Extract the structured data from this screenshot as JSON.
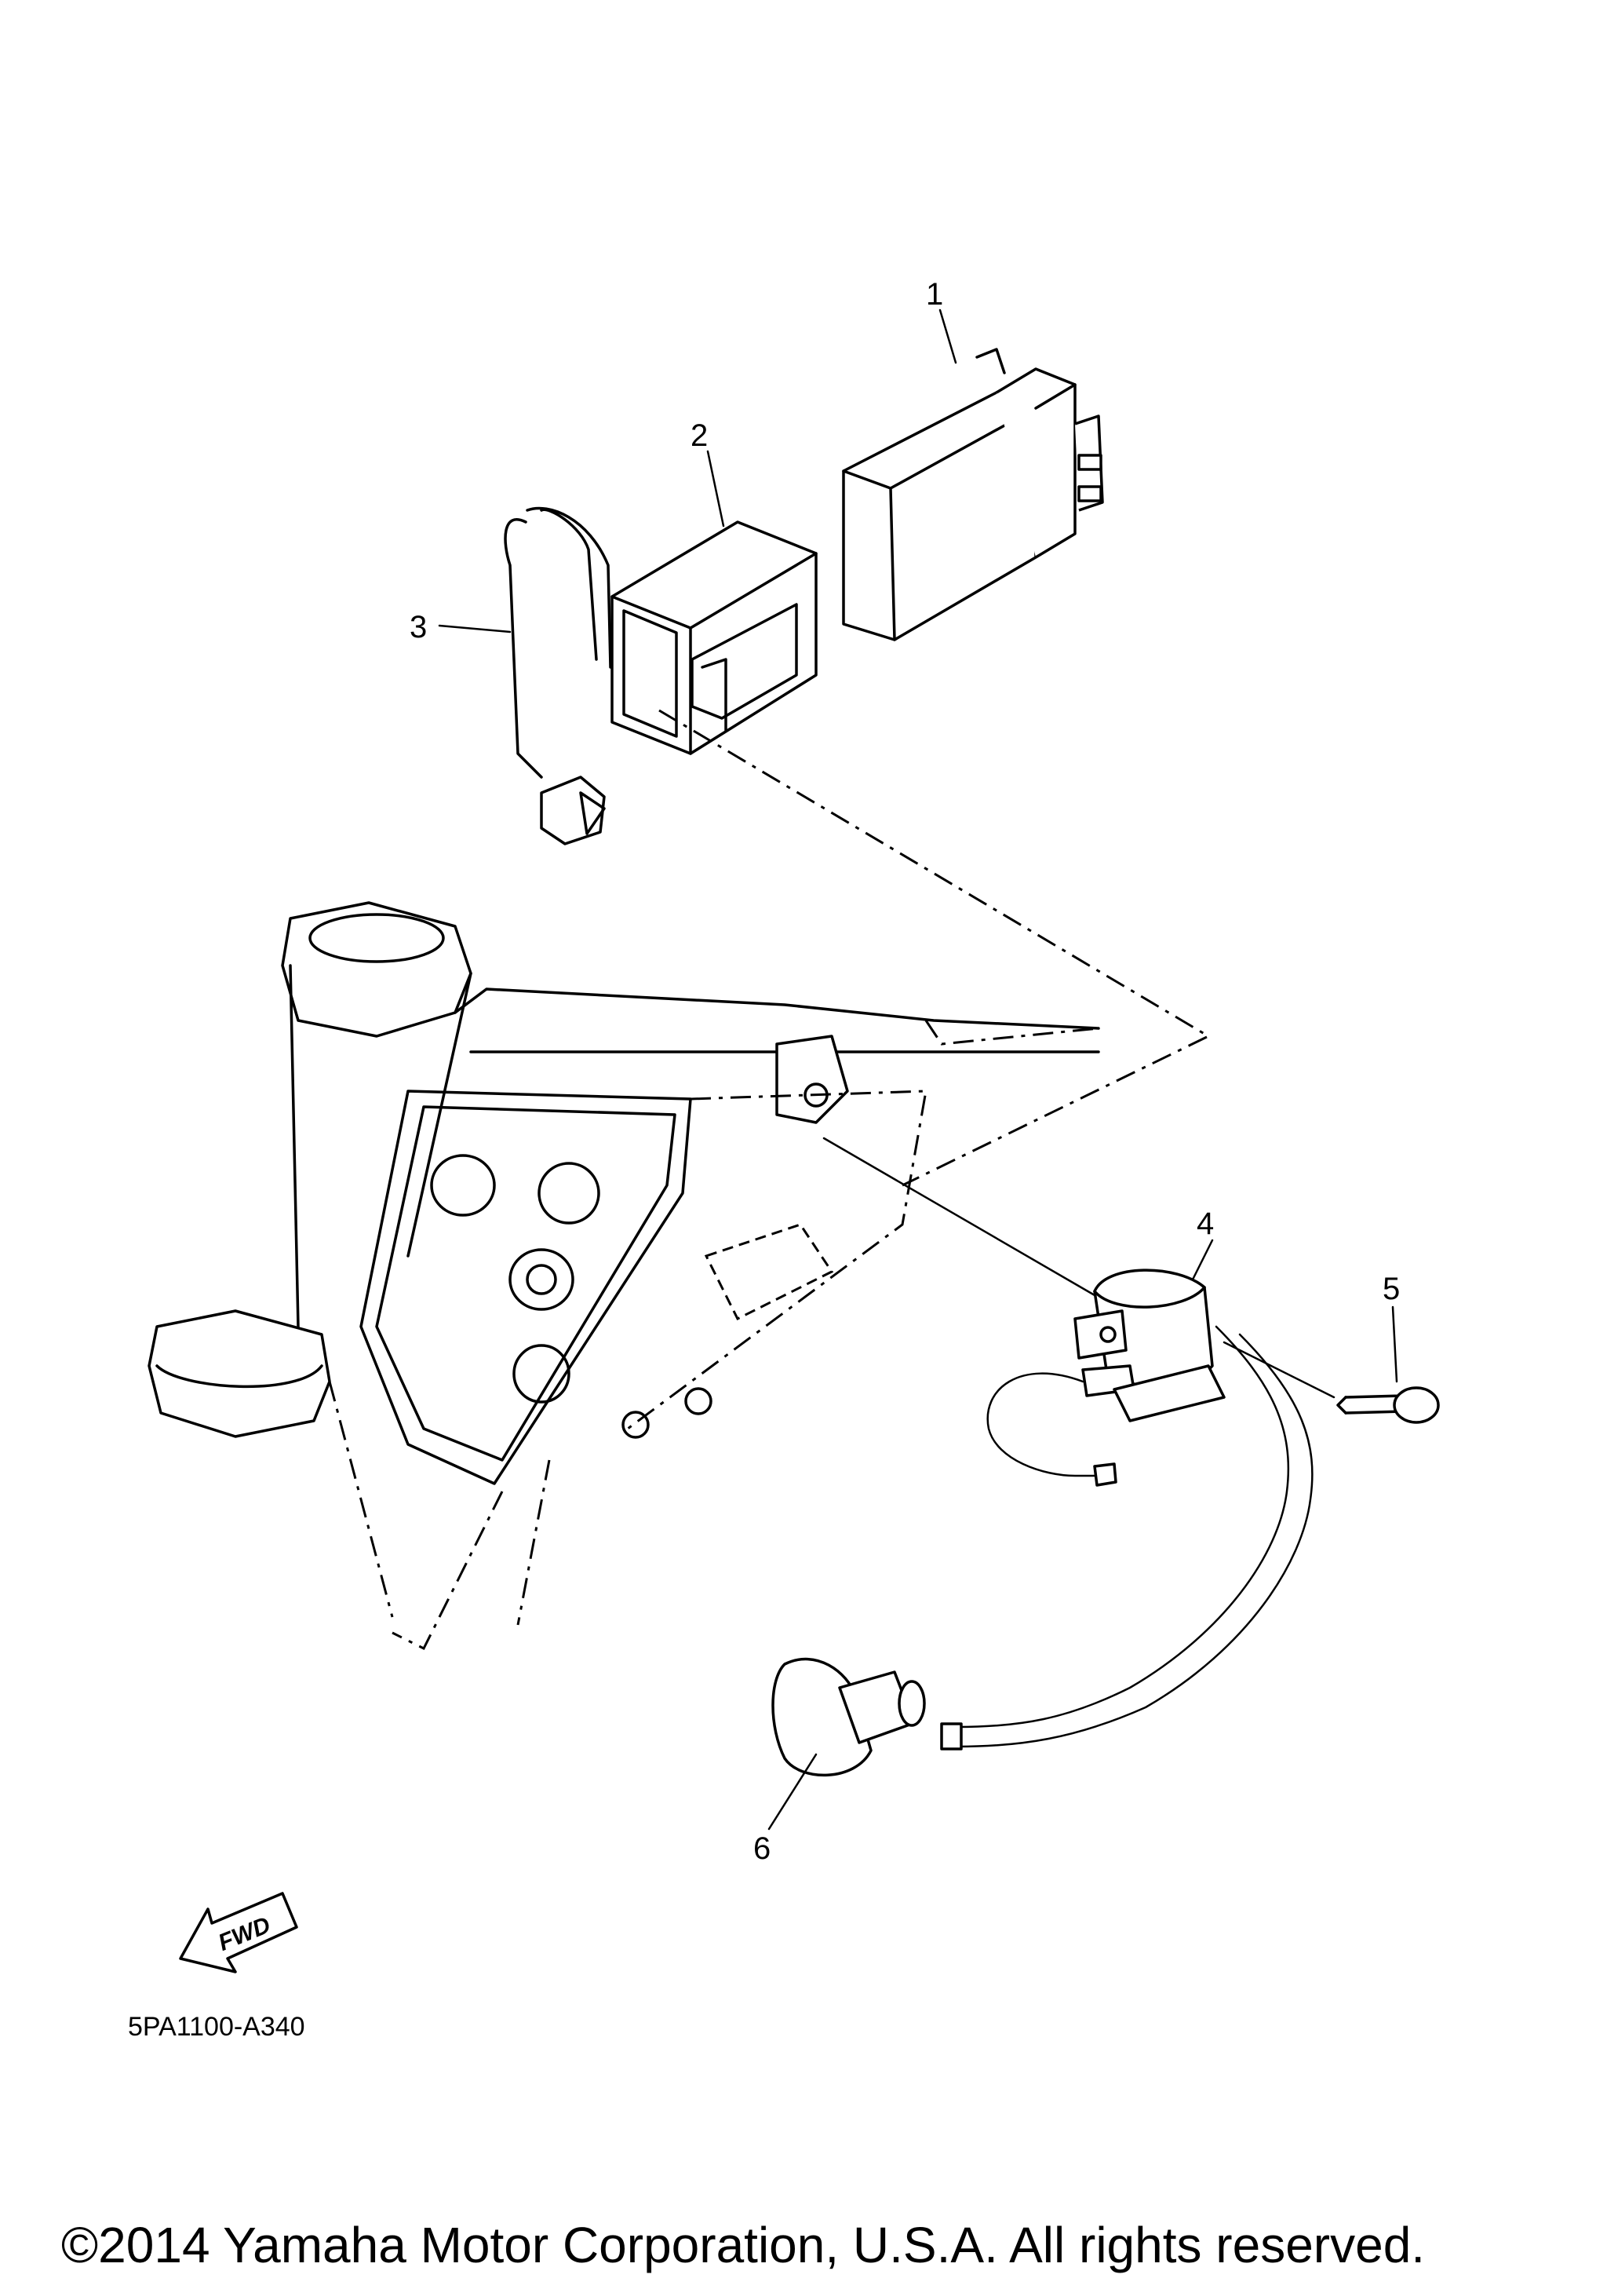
{
  "callouts": [
    {
      "id": "1",
      "label": "1"
    },
    {
      "id": "2",
      "label": "2"
    },
    {
      "id": "3",
      "label": "3"
    },
    {
      "id": "4",
      "label": "4"
    },
    {
      "id": "5",
      "label": "5"
    },
    {
      "id": "6",
      "label": "6"
    }
  ],
  "fwd_indicator": {
    "label": "FWD",
    "icon": "fwd-arrow-icon"
  },
  "diagram_code": "5PA1100-A340",
  "copyright": "©2014 Yamaha Motor Corporation, U.S.A. All rights reserved."
}
